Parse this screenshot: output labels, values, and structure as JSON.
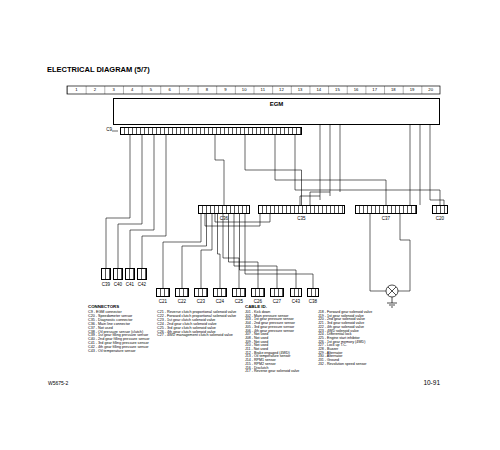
{
  "diagram": {
    "title": "ELECTRICAL DIAGRAM (5/7)",
    "nodes": [
      {
        "text": [
          "EGM"
        ]
      },
      {
        "text": [
          "C9"
        ]
      },
      {
        "text": [
          "C36"
        ]
      },
      {
        "text": [
          "C35"
        ]
      },
      {
        "text": [
          "C37"
        ]
      },
      {
        "text": [
          "C20"
        ]
      },
      {
        "text": [
          "C39"
        ]
      },
      {
        "text": [
          "C40"
        ]
      },
      {
        "text": [
          "C41"
        ]
      },
      {
        "text": [
          "C42"
        ]
      },
      {
        "text": [
          "C21"
        ]
      },
      {
        "text": [
          "C22"
        ]
      },
      {
        "text": [
          "C23"
        ]
      },
      {
        "text": [
          "C24"
        ]
      },
      {
        "text": [
          "C25"
        ]
      },
      {
        "text": [
          "C26"
        ]
      },
      {
        "text": [
          "C27"
        ]
      },
      {
        "text": [
          "C43"
        ]
      },
      {
        "text": [
          "C38"
        ]
      }
    ],
    "edges": [
      {
        "from": 1,
        "to": 2,
        "arrow": "none"
      },
      {
        "from": 1,
        "to": 3,
        "arrow": "none"
      },
      {
        "from": 1,
        "to": 4,
        "arrow": "none"
      },
      {
        "from": 1,
        "to": 5,
        "arrow": "none"
      },
      {
        "from": 1,
        "to": 6,
        "arrow": "none"
      },
      {
        "from": 1,
        "to": 7,
        "arrow": "none"
      },
      {
        "from": 1,
        "to": 8,
        "arrow": "none"
      },
      {
        "from": 1,
        "to": 9,
        "arrow": "none"
      },
      {
        "from": 2,
        "to": 10,
        "arrow": "none"
      },
      {
        "from": 2,
        "to": 11,
        "arrow": "none"
      },
      {
        "from": 2,
        "to": 12,
        "arrow": "none"
      },
      {
        "from": 2,
        "to": 13,
        "arrow": "none"
      },
      {
        "from": 2,
        "to": 14,
        "arrow": "none"
      },
      {
        "from": 2,
        "to": 15,
        "arrow": "none"
      },
      {
        "from": 2,
        "to": 16,
        "arrow": "none"
      },
      {
        "from": 2,
        "to": 17,
        "arrow": "none"
      },
      {
        "from": 2,
        "to": 18,
        "arrow": "none"
      }
    ],
    "labels": [
      "1",
      "2",
      "3",
      "4",
      "5",
      "6",
      "7",
      "8",
      "9",
      "10",
      "11",
      "12",
      "13",
      "14",
      "15",
      "16",
      "17",
      "18",
      "19",
      "20",
      "CONNECTORS",
      "C9 - EGM connector",
      "C20 - Speedometer sensor",
      "C35 - Diagnostic connector",
      "C36 - Main line connector",
      "C37 - Not used",
      "C38 - Oil pressure sensor (clutch)",
      "C39 - 1st gear filling pressure sensor",
      "C40 - 2nd gear filling pressure sensor",
      "C41 - 3rd gear filling pressure sensor",
      "C42 - 4th gear filling pressure sensor",
      "C43 - Oil temperature sensor",
      "C21 - Reverse clutch proportional solenoid valve",
      "C22 - Forward clutch proportional solenoid valve",
      "C23 - 1st gear clutch solenoid valve",
      "C24 - 2nd gear clutch solenoid valve",
      "C25 - 3rd gear clutch solenoid valve",
      "C26 - 4th gear clutch solenoid valve",
      "C27 - 4WD management clutch solenoid valve",
      "CABLE ID.",
      "J01 - Kick down",
      "J02 - Main pressure sensor",
      "J03 - 1st gear pressure sensor",
      "J04 - 2nd gear pressure sensor",
      "J05 - 3rd gear pressure sensor",
      "J06 - 4th gear pressure sensor",
      "J07 - Not used",
      "J08 - Not used",
      "J09 - Not used",
      "J10 - Not used",
      "J11 - Not used",
      "J12 - Brake engaged (4WD)",
      "J13 - Oil temperature sensor",
      "J14 - RPM1 sensor",
      "J15 - RPM2 sensor",
      "J16 - Disclutch",
      "J17 - Reverse gear solenoid valve",
      "J18 - Forward gear solenoid valve",
      "J19 - 1st gear solenoid valve",
      "J20 - 2nd gear solenoid valve",
      "J21 - 3rd gear solenoid valve",
      "J22 - 4th gear solenoid valve",
      "J23 - 4WD solenoid valve",
      "J24 - Differential lock",
      "J25 - Engine start inhibitor",
      "J26 - 1st gear memory (4WD)",
      "J27 - Lock up T.C.",
      "J28 - Buzzer",
      "J29 - Alternator",
      "J30 - Alternator",
      "J31 - Ground",
      "J32 - Revolution speed sensor",
      "W5675-2",
      "10-91"
    ]
  }
}
